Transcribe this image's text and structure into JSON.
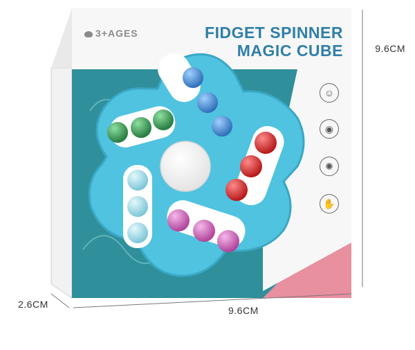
{
  "packaging": {
    "age_label": "3+AGES",
    "title_line1": "FIDGET SPINNER",
    "title_line2": "MAGIC CUBE"
  },
  "dimensions": {
    "height": "9.6CM",
    "depth": "2.6CM",
    "width": "9.6CM"
  },
  "feature_icons": [
    "smile-face-icon",
    "eye-icon",
    "brain-icon",
    "hand-icon"
  ],
  "colors": {
    "toy_body": "#4fc3e0",
    "box_teal": "#2f8f9a",
    "accent_pink": "#e88fa0",
    "ball_blue": "#4a90d9",
    "ball_red": "#d92a2a",
    "ball_green": "#3a9a5a",
    "ball_pink": "#d06ab8",
    "ball_lightblue": "#9ed9e6"
  }
}
